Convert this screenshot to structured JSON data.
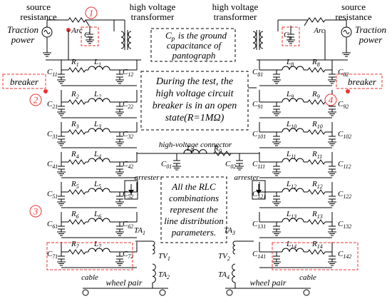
{
  "labels": {
    "source_resistance_left": [
      "source",
      "resistance"
    ],
    "source_resistance_right": [
      "source",
      "resistance"
    ],
    "hv_transformer_left": [
      "high voltage",
      "transformer"
    ],
    "hv_transformer_right": [
      "high voltage",
      "transformer"
    ],
    "traction_left": [
      "Traction",
      "power"
    ],
    "traction_right": [
      "Traction",
      "power"
    ],
    "arc": "Arc",
    "cp_note": [
      "C",
      " is the ground",
      "capacitance of",
      "pantograph"
    ],
    "test_note": [
      "During the test, the",
      "high voltage circuit",
      "breaker is in an open",
      "state(R=1MΩ)"
    ],
    "breaker": "breaker",
    "hv_connector": "high-voltage connector",
    "arrester": "arrester",
    "rlc_note": [
      "All the RLC",
      "combinations",
      "represent the",
      "line distribution",
      "parameters."
    ],
    "cable": "cable",
    "wheel_pair": "wheel pair"
  },
  "markers": [
    "1",
    "2",
    "3",
    "4"
  ],
  "left_rows": [
    {
      "c1": "C11",
      "r": "R1",
      "l": "L1",
      "c2": "C12"
    },
    {
      "c1": "C21",
      "r": "R2",
      "l": "L2",
      "c2": "C22"
    },
    {
      "c1": "C31",
      "r": "R3",
      "l": "L3",
      "c2": "C32"
    },
    {
      "c1": "C41",
      "r": "R4",
      "l": "L4",
      "c2": "C42"
    },
    {
      "c1": "C51",
      "r": "R5",
      "l": "L5",
      "c2": "C52"
    },
    {
      "c1": "C61",
      "r": "R6",
      "l": "L6",
      "c2": "C62"
    },
    {
      "c1": "C71",
      "r": "R7",
      "l": "L7",
      "c2": "C72"
    }
  ],
  "right_rows": [
    {
      "c1": "C81",
      "l": "L8",
      "r": "R8",
      "c2": "C82"
    },
    {
      "c1": "C91",
      "l": "L9",
      "r": "R9",
      "c2": "C92"
    },
    {
      "c1": "C101",
      "l": "L10",
      "r": "R10",
      "c2": "C102"
    },
    {
      "c1": "C111",
      "l": "L11",
      "r": "R11",
      "c2": "C112"
    },
    {
      "c1": "C121",
      "l": "L12",
      "r": "R12",
      "c2": "C122"
    },
    {
      "c1": "C131",
      "l": "L13",
      "r": "R13",
      "c2": "C132"
    },
    {
      "c1": "C141",
      "l": "L14",
      "r": "R14",
      "c2": "C142"
    }
  ],
  "connector": {
    "c1": "C01",
    "l": "L0",
    "r": "R0",
    "c2": "C02"
  },
  "cp": "Cp",
  "transformers": {
    "ta1": "TA1",
    "tv1": "TV1",
    "ta2": "TA2",
    "ta3": "TA3",
    "tv2": "TV2",
    "ta4": "TA4"
  }
}
